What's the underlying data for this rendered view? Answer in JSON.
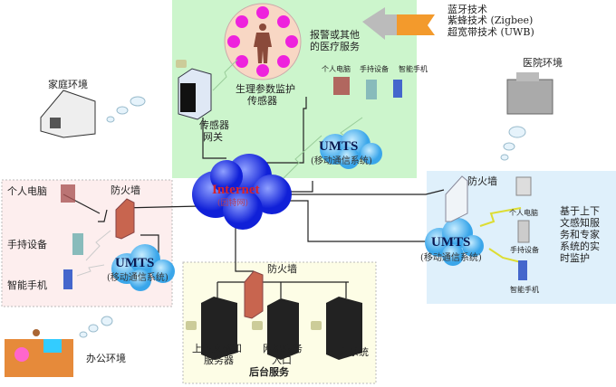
{
  "colors": {
    "hospital_bg": "#ccf5cc",
    "home_bg": "#fdeeee",
    "backend_bg": "#fdfde6",
    "monitor_bg": "#dff0fb",
    "internet": "#1a2ee6",
    "umts": "#5ab8ee",
    "firewall": "#c8654f",
    "arrow_orange": "#f39a2c"
  },
  "tech": {
    "line1": "蓝牙技术",
    "line2": "紫蜂技术 (Zigbee)",
    "line3": "超宽带技术 (UWB)"
  },
  "hospital_area": {
    "alarm_line1": "报警或其他",
    "alarm_line2": "的医疗服务",
    "sensor_line1": "生理参数监护",
    "sensor_line2": "传感器",
    "gateway_line1": "传感器",
    "gateway_line2": "网关",
    "devices": [
      "个人电脑",
      "手持设备",
      "智能手机"
    ]
  },
  "home": {
    "label": "家庭环境"
  },
  "hospital": {
    "label": "医院环境"
  },
  "office": {
    "label": "办公环境"
  },
  "internet": {
    "title": "Internet",
    "subtitle": "(因特网)"
  },
  "umts": {
    "title": "UMTS",
    "subtitle": "(移动通信系统)"
  },
  "left_panel": {
    "firewall": "防火墙",
    "pc": "个人电脑",
    "handheld": "手持设备",
    "phone": "智能手机"
  },
  "backend": {
    "firewall": "防火墙",
    "server1_line1": "上下文感知",
    "server1_line2": "服务器",
    "server2_line1": "网络服务",
    "server2_line2": "入口",
    "server3": "专家系统",
    "title": "后台服务"
  },
  "monitor": {
    "firewall": "防火墙",
    "pc": "个人电脑",
    "handheld": "手持设备",
    "phone": "智能手机",
    "desc": [
      "基于上下",
      "文感知服",
      "务和专家",
      "系统的实",
      "时监护"
    ]
  }
}
